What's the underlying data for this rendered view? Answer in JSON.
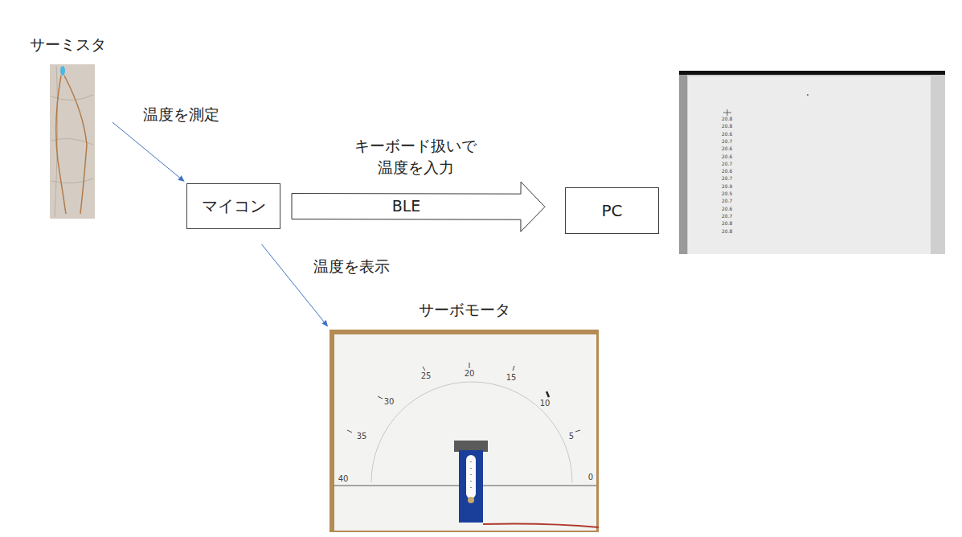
{
  "diagram": {
    "nodes": [
      {
        "text": [
          "サーミスタ"
        ]
      },
      {
        "text": [
          "マイコン"
        ]
      },
      {
        "text": [
          "PC"
        ]
      },
      {
        "text": [
          "サーボモータ"
        ]
      }
    ],
    "edges": [
      {
        "from": 0,
        "to": 1,
        "arrow": "to",
        "label": "温度を測定"
      },
      {
        "from": 1,
        "to": 2,
        "arrow": "to",
        "label": "BLE"
      },
      {
        "from": 1,
        "to": 3,
        "arrow": "to",
        "label": "温度を表示"
      }
    ],
    "labels": [
      "キーボード扱いで 温度を入力",
      "25",
      "20",
      "15",
      "30",
      "10",
      "35",
      "5",
      "40",
      "0",
      "20.8",
      "20.8",
      "20.6",
      "20.7",
      "20.6",
      "20.6",
      "20.7",
      "20.6",
      "20.7",
      "20.9",
      "20.5",
      "20.7",
      "20.6",
      "20.7",
      "20.8",
      "20.8"
    ]
  }
}
